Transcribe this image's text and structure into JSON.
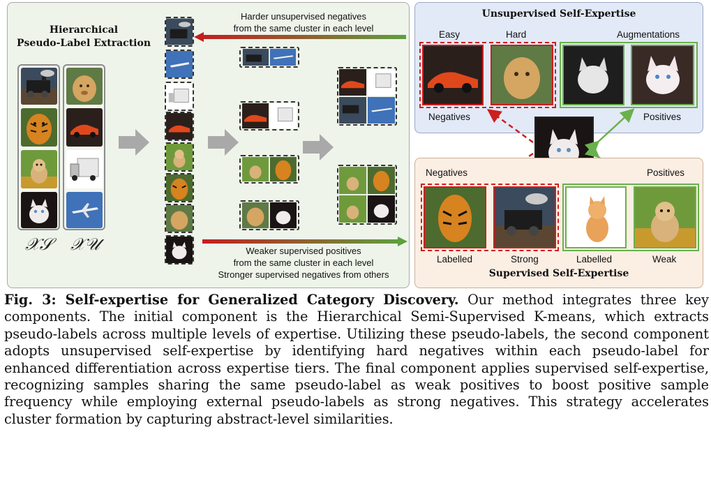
{
  "left_panel": {
    "title_line1": "Hierarchical",
    "title_line2": "Pseudo-Label Extraction",
    "top_note_line1": "Harder unsupervised negatives",
    "top_note_line2": "from the same cluster in each level",
    "bottom_note_line1": "Weaker supervised positives",
    "bottom_note_line2": "from the same cluster in each level",
    "bottom_note_line3": "Stronger supervised negatives from others",
    "label_xs": "𝒳𝒮",
    "label_xu": "𝒳𝒰"
  },
  "unsup_panel": {
    "title": "Unsupervised Self-Expertise",
    "easy": "Easy",
    "hard": "Hard",
    "augmentations": "Augmentations",
    "negatives": "Negatives",
    "positives": "Positives"
  },
  "sup_panel": {
    "title": "Supervised Self-Expertise",
    "negatives": "Negatives",
    "positives": "Positives",
    "labelled_neg": "Labelled",
    "strong": "Strong",
    "labelled_pos": "Labelled",
    "weak": "Weak"
  },
  "caption": {
    "fig_label": "Fig. 3: Self-expertise for Generalized Category Discovery.",
    "text": "Our method integrates three key components. The initial component is the Hierarchical Semi-Supervised K-means, which extracts pseudo-labels across multiple levels of expertise. Utilizing these pseudo-labels, the second component adopts unsupervised self-expertise by identifying hard negatives within each pseudo-label for enhanced differentiation across expertise tiers. The final component applies supervised self-expertise, recognizing samples sharing the same pseudo-label as weak positives to boost positive sample frequency while employing external pseudo-labels as strong negatives. This strategy accelerates cluster formation by capturing abstract-level similarities."
  },
  "colors": {
    "negative_red": "#cc1f1f",
    "positive_green": "#6ab04c",
    "arrow_gray": "#a9a9a9"
  },
  "icons": [
    "train-image",
    "lion-image",
    "tiger-image",
    "car-image",
    "dog-image",
    "truck-image",
    "cat-image",
    "airplane-image"
  ]
}
